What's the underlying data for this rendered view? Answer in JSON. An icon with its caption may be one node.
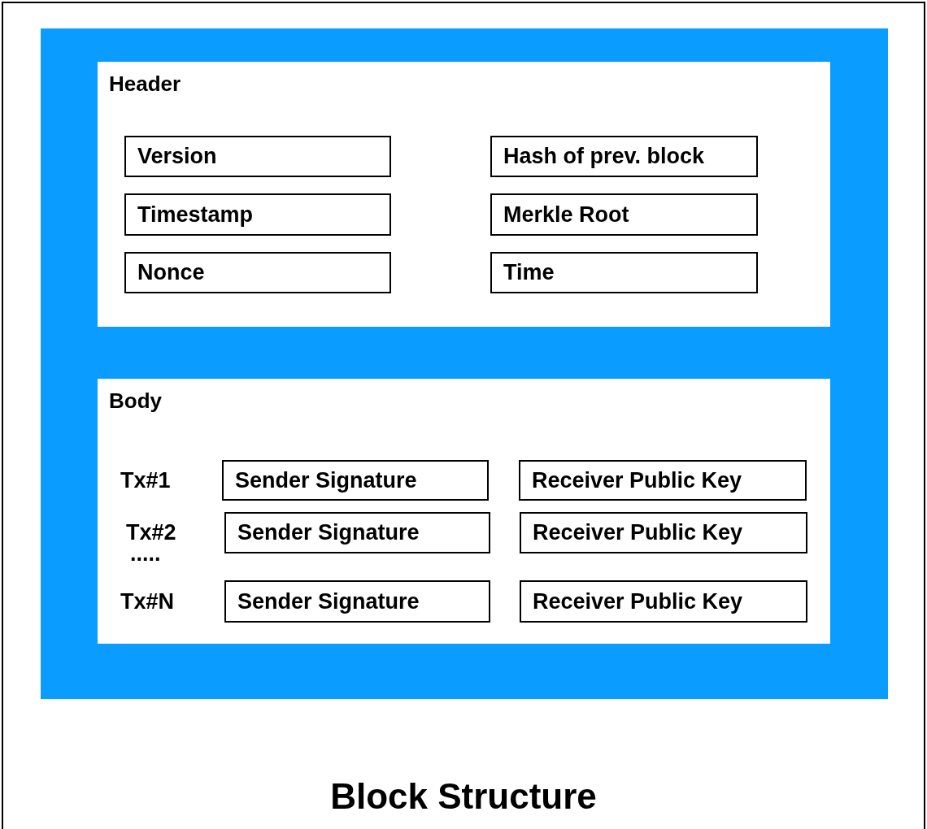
{
  "diagram": {
    "title": "Block Structure",
    "nodes": [
      {
        "text": [],
        "shape": "box"
      },
      {
        "text": [
          "Header"
        ],
        "in": 0
      },
      {
        "text": [
          "Version"
        ],
        "in": 1
      },
      {
        "text": [
          "Hash of prev. block"
        ],
        "in": 1
      },
      {
        "text": [
          "Timestamp"
        ],
        "in": 1
      },
      {
        "text": [
          "Merkle Root"
        ],
        "in": 1
      },
      {
        "text": [
          "Nonce"
        ],
        "in": 1
      },
      {
        "text": [
          "Time"
        ],
        "in": 1
      },
      {
        "text": [
          "Body"
        ],
        "in": 0
      },
      {
        "text": [
          "Sender Signature"
        ],
        "in": 8
      },
      {
        "text": [
          "Receiver Public Key"
        ],
        "in": 8
      },
      {
        "text": [
          "Sender Signature"
        ],
        "in": 8
      },
      {
        "text": [
          "Receiver Public Key"
        ],
        "in": 8
      },
      {
        "text": [
          "Sender Signature"
        ],
        "in": 8
      },
      {
        "text": [
          "Receiver Public Key"
        ],
        "in": 8
      }
    ],
    "edges": [],
    "labels": [
      "Tx#1",
      "Tx#2",
      ".....",
      "Tx#N"
    ]
  }
}
